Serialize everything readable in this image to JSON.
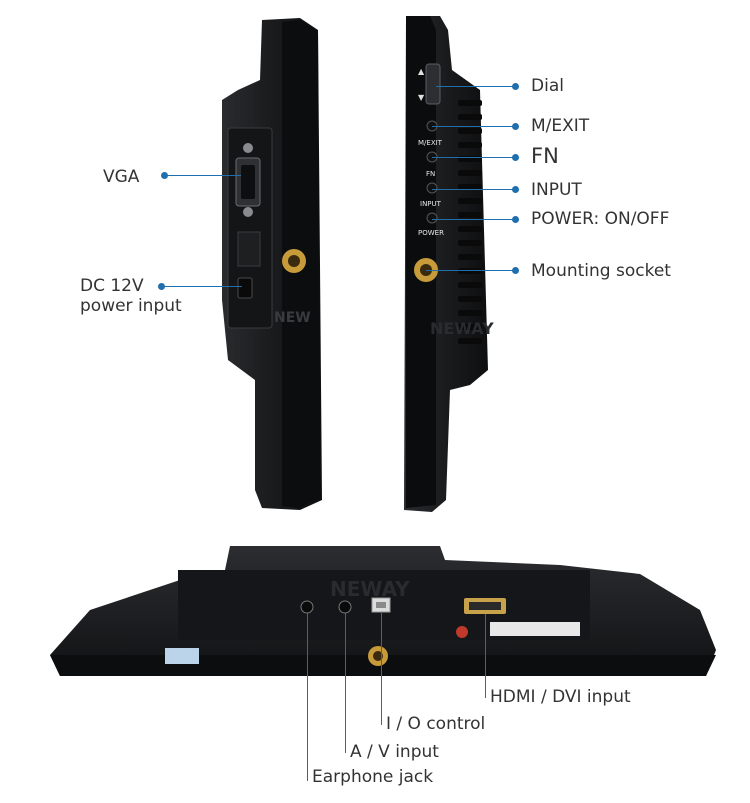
{
  "labels": {
    "vga": "VGA",
    "dc_line1": "DC 12V",
    "dc_line2": "power input",
    "dial": "Dial",
    "m_exit": "M/EXIT",
    "fn": "FN",
    "input": "INPUT",
    "power": "POWER: ON/OFF",
    "mounting": "Mounting socket",
    "hdmi": "HDMI / DVI input",
    "io": "I / O control",
    "av": "A / V input",
    "earphone": "Earphone jack"
  },
  "device_markings": {
    "btn_m_exit": "M/EXIT",
    "btn_fn": "FN",
    "btn_input": "INPUT",
    "btn_power": "POWER",
    "brand": "NEWAY"
  },
  "colors": {
    "callout": "#1f6fae",
    "device_body": "#1b1c1e",
    "device_edge": "#3a3b3e"
  }
}
